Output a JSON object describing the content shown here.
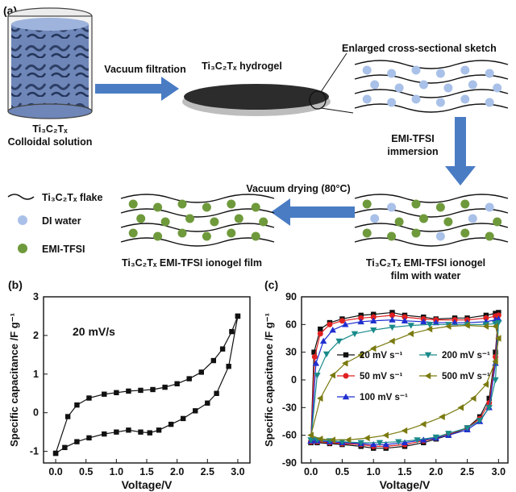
{
  "panel_a": {
    "label": "(a)",
    "colloid_label_1": "Ti₃C₂Tₓ",
    "colloid_label_2": "Colloidal solution",
    "vacuum_filtration": "Vacuum filtration",
    "hydrogel_label": "Ti₃C₂Tₓ hydrogel",
    "enlarged": "Enlarged cross-sectional sketch",
    "emi_immersion_1": "EMI-TFSI",
    "emi_immersion_2": "immersion",
    "vacuum_drying": "Vacuum drying (80°C)",
    "legend_flake": "Ti₃C₂Tₓ flake",
    "legend_water": "DI water",
    "legend_emi": "EMI-TFSI",
    "film_label": "Ti₃C₂Tₓ EMI-TFSI ionogel film",
    "film_water_1": "Ti₃C₂Tₓ EMI-TFSI ionogel",
    "film_water_2": "film with water",
    "colors": {
      "water": "#a9c1e8",
      "emi": "#6f9a3c",
      "arrow": "#4a7cc4"
    }
  },
  "chart_data": [
    {
      "type": "line",
      "panel": "(b)",
      "annotation": "20 mV/s",
      "xlabel": "Voltage/V",
      "ylabel": "Specific capacitance /F g⁻¹",
      "xlim": [
        -0.2,
        3.2
      ],
      "ylim": [
        -1.3,
        3
      ],
      "xticks": [
        0.0,
        0.5,
        1.0,
        1.5,
        2.0,
        2.5,
        3.0
      ],
      "yticks": [
        -1,
        0,
        1,
        2,
        3
      ],
      "series": [
        {
          "x": [
            0.0,
            0.2,
            0.35,
            0.55,
            0.8,
            1.0,
            1.2,
            1.4,
            1.6,
            1.8,
            2.0,
            2.2,
            2.4,
            2.6,
            2.75,
            2.9,
            3.0
          ],
          "y": [
            -1.05,
            -0.1,
            0.2,
            0.38,
            0.48,
            0.52,
            0.56,
            0.58,
            0.6,
            0.66,
            0.75,
            0.88,
            1.05,
            1.35,
            1.65,
            2.1,
            2.5
          ]
        },
        {
          "x": [
            3.0,
            2.85,
            2.65,
            2.5,
            2.3,
            2.1,
            1.9,
            1.7,
            1.55,
            1.4,
            1.2,
            1.0,
            0.8,
            0.55,
            0.35,
            0.15,
            0.0
          ],
          "y": [
            2.5,
            1.2,
            0.5,
            0.25,
            0.05,
            -0.15,
            -0.3,
            -0.45,
            -0.52,
            -0.5,
            -0.45,
            -0.5,
            -0.55,
            -0.65,
            -0.75,
            -0.9,
            -1.05
          ]
        }
      ]
    },
    {
      "type": "line",
      "panel": "(c)",
      "xlabel": "Voltage/V",
      "ylabel": "Specific capacitance /F g⁻¹",
      "xlim": [
        -0.15,
        3.15
      ],
      "ylim": [
        -90,
        90
      ],
      "xticks": [
        0.0,
        0.5,
        1.0,
        1.5,
        2.0,
        2.5,
        3.0
      ],
      "yticks": [
        -90,
        -60,
        -30,
        0,
        30,
        60,
        90
      ],
      "legend_placement": "center",
      "series": [
        {
          "name": "20 mV s⁻¹",
          "color": "#111111",
          "marker": "square",
          "x": [
            0.0,
            0.05,
            0.15,
            0.3,
            0.5,
            0.8,
            1.0,
            1.3,
            1.5,
            1.8,
            2.0,
            2.3,
            2.5,
            2.8,
            2.95,
            3.0,
            2.95,
            2.85,
            2.7,
            2.5,
            2.2,
            2.0,
            1.8,
            1.5,
            1.2,
            1.0,
            0.8,
            0.5,
            0.3,
            0.1,
            0.03,
            0.0
          ],
          "y": [
            -68,
            30,
            55,
            62,
            66,
            70,
            71,
            73,
            70,
            68,
            66,
            67,
            67,
            70,
            72,
            73,
            30,
            -20,
            -40,
            -52,
            -60,
            -64,
            -68,
            -72,
            -74,
            -74,
            -72,
            -70,
            -69,
            -68,
            -66,
            -68
          ]
        },
        {
          "name": "50 mV s⁻¹",
          "color": "#e02020",
          "marker": "circle",
          "x": [
            0.0,
            0.06,
            0.15,
            0.3,
            0.5,
            0.8,
            1.0,
            1.3,
            1.5,
            1.8,
            2.0,
            2.3,
            2.5,
            2.8,
            2.95,
            3.0,
            2.95,
            2.85,
            2.7,
            2.5,
            2.2,
            2.0,
            1.8,
            1.5,
            1.2,
            1.0,
            0.8,
            0.5,
            0.3,
            0.1,
            0.03,
            0.0
          ],
          "y": [
            -67,
            25,
            50,
            60,
            64,
            67,
            68,
            70,
            68,
            66,
            65,
            65,
            65,
            67,
            69,
            70,
            25,
            -25,
            -42,
            -52,
            -59,
            -63,
            -66,
            -70,
            -72,
            -72,
            -70,
            -69,
            -68,
            -67,
            -65,
            -67
          ]
        },
        {
          "name": "100 mV s⁻¹",
          "color": "#1f2fd0",
          "marker": "triangle",
          "x": [
            0.0,
            0.08,
            0.2,
            0.35,
            0.55,
            0.8,
            1.0,
            1.3,
            1.5,
            1.8,
            2.0,
            2.3,
            2.5,
            2.8,
            2.95,
            3.0,
            2.95,
            2.85,
            2.7,
            2.5,
            2.2,
            2.0,
            1.8,
            1.5,
            1.2,
            1.0,
            0.8,
            0.5,
            0.3,
            0.1,
            0.03,
            0.0
          ],
          "y": [
            -66,
            18,
            42,
            54,
            60,
            63,
            64,
            65,
            64,
            63,
            62,
            62,
            62,
            63,
            65,
            66,
            18,
            -30,
            -45,
            -54,
            -60,
            -63,
            -65,
            -68,
            -70,
            -70,
            -69,
            -68,
            -67,
            -66,
            -64,
            -66
          ]
        },
        {
          "name": "200 mV s⁻¹",
          "color": "#1a8a8a",
          "marker": "tri-down",
          "x": [
            0.0,
            0.1,
            0.25,
            0.45,
            0.7,
            1.0,
            1.3,
            1.6,
            1.9,
            2.2,
            2.5,
            2.8,
            2.95,
            3.0,
            2.95,
            2.85,
            2.7,
            2.5,
            2.2,
            2.0,
            1.7,
            1.4,
            1.1,
            0.8,
            0.5,
            0.3,
            0.1,
            0.0
          ],
          "y": [
            -65,
            5,
            28,
            42,
            50,
            54,
            57,
            59,
            60,
            60,
            60,
            60,
            61,
            62,
            0,
            -30,
            -44,
            -52,
            -58,
            -62,
            -65,
            -67,
            -68,
            -68,
            -67,
            -66,
            -65,
            -65
          ]
        },
        {
          "name": "500 mV s⁻¹",
          "color": "#7a7a10",
          "marker": "tri-left",
          "x": [
            0.0,
            0.15,
            0.35,
            0.55,
            0.8,
            1.0,
            1.3,
            1.6,
            1.9,
            2.2,
            2.5,
            2.8,
            2.95,
            3.0,
            2.95,
            2.8,
            2.6,
            2.4,
            2.1,
            1.8,
            1.5,
            1.2,
            0.9,
            0.6,
            0.35,
            0.15,
            0.0
          ],
          "y": [
            -60,
            -20,
            5,
            18,
            27,
            34,
            42,
            50,
            55,
            58,
            59,
            58,
            58,
            45,
            20,
            -5,
            -20,
            -30,
            -40,
            -48,
            -55,
            -60,
            -63,
            -65,
            -65,
            -64,
            -60
          ]
        }
      ]
    }
  ]
}
